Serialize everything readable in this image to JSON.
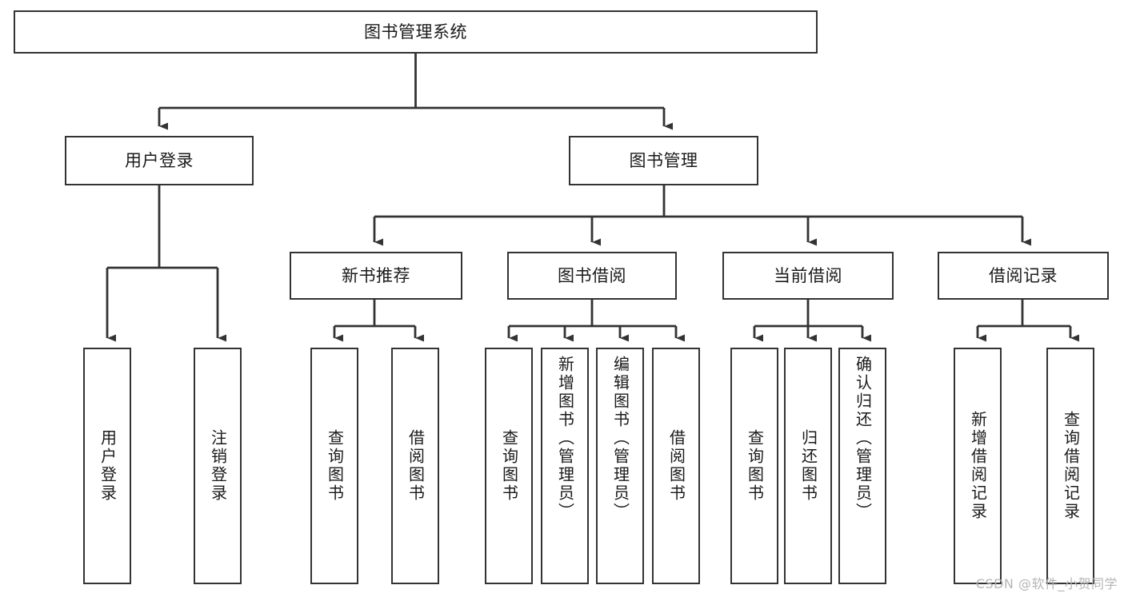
{
  "diagram": {
    "title": "图书管理系统",
    "watermark": "CSDN @软件_小贺同学"
  },
  "nodes": {
    "root": {
      "label": "图书管理系统"
    },
    "level2": [
      {
        "id": "user-login",
        "label": "用户登录"
      },
      {
        "id": "book-manage",
        "label": "图书管理"
      }
    ],
    "level3": [
      {
        "id": "new-book-recommend",
        "label": "新书推荐"
      },
      {
        "id": "book-borrow",
        "label": "图书借阅"
      },
      {
        "id": "current-borrow",
        "label": "当前借阅"
      },
      {
        "id": "borrow-record",
        "label": "借阅记录"
      }
    ],
    "leaves": {
      "user_login": [
        {
          "id": "leaf-user-login",
          "label": "用户登录"
        },
        {
          "id": "leaf-logout-login",
          "label": "注销登录"
        }
      ],
      "new_book_recommend": [
        {
          "id": "leaf-query-book-1",
          "label": "查询图书"
        },
        {
          "id": "leaf-borrow-book-1",
          "label": "借阅图书"
        }
      ],
      "book_borrow": [
        {
          "id": "leaf-query-book-2",
          "label": "查询图书"
        },
        {
          "id": "leaf-add-book",
          "label": "新增图书（管理员）"
        },
        {
          "id": "leaf-edit-book",
          "label": "编辑图书（管理员）"
        },
        {
          "id": "leaf-borrow-book-2",
          "label": "借阅图书"
        }
      ],
      "current_borrow": [
        {
          "id": "leaf-query-book-3",
          "label": "查询图书"
        },
        {
          "id": "leaf-return-book",
          "label": "归还图书"
        },
        {
          "id": "leaf-confirm-return",
          "label": "确认归还（管理员）"
        }
      ],
      "borrow_record": [
        {
          "id": "leaf-add-borrow-record",
          "label": "新增借阅记录"
        },
        {
          "id": "leaf-query-borrow-record",
          "label": "查询借阅记录"
        }
      ]
    }
  },
  "colors": {
    "stroke": "#333333",
    "fill": "#ffffff",
    "text": "#1a1a1a",
    "watermark": "#b5b5b5"
  }
}
